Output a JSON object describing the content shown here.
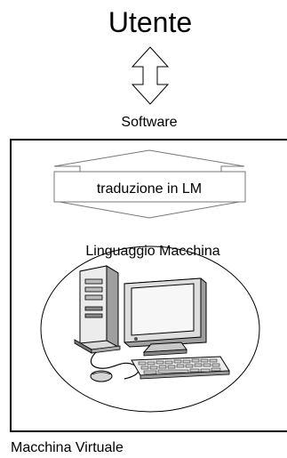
{
  "diagram": {
    "user_label": "Utente",
    "software_label": "Software",
    "translation_label": "traduzione in LM",
    "machine_language_label": "Linguaggio Macchina",
    "virtual_machine_label": "Macchina Virtuale"
  },
  "icons": [
    "double-arrow-icon",
    "computer-icon"
  ]
}
